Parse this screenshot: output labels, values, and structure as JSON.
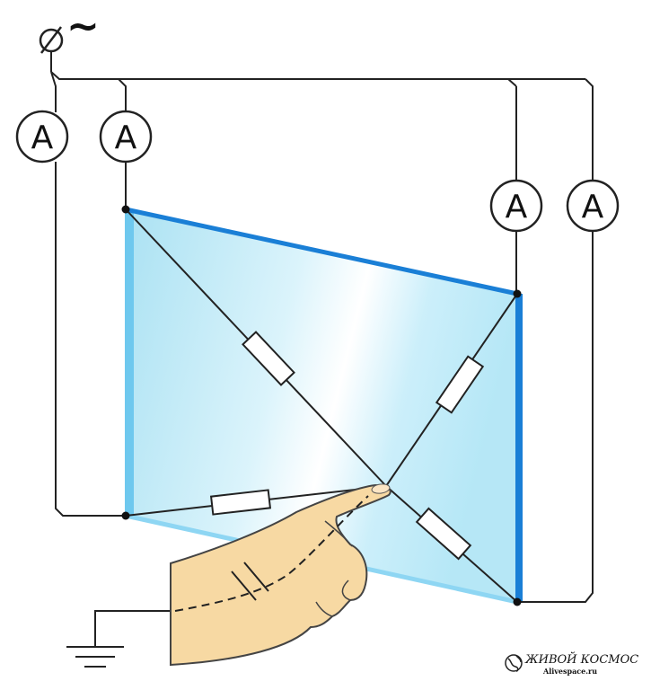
{
  "source": {
    "symbol": "⌀",
    "tilde": "~"
  },
  "ammeters": [
    {
      "label": "A"
    },
    {
      "label": "A"
    },
    {
      "label": "A"
    },
    {
      "label": "A"
    }
  ],
  "watermark": {
    "title": "ЖИВОЙ КОСМОС",
    "subtitle": "Alivespace.ru"
  },
  "colors": {
    "panel_light": "#d9f3fb",
    "panel_dark": "#a6e0f2",
    "electrode_edge": "#1a7fd6",
    "left_edge": "#6ec8ee",
    "finger_fill": "#f7d9a3",
    "finger_stroke": "#444444",
    "wire": "#222222"
  },
  "icons": [
    "ground-icon",
    "resistor-icon",
    "capacitor-icon",
    "globe-icon",
    "hand-icon"
  ]
}
